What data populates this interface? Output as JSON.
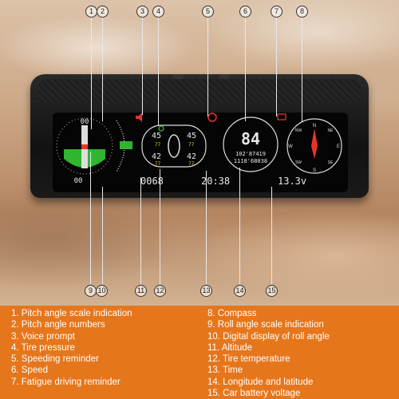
{
  "markers_top": [
    "1",
    "2",
    "3",
    "4",
    "5",
    "6",
    "7",
    "8"
  ],
  "markers_bottom": [
    "9",
    "10",
    "11",
    "12",
    "13",
    "14",
    "15"
  ],
  "display": {
    "pitch_value": "00",
    "roll_value": "00",
    "altitude": "0068",
    "tire_front_left": "45",
    "tire_front_right": "45",
    "tire_rear_left": "42",
    "tire_rear_right": "42",
    "tire_temp_front_left": "77",
    "tire_temp_front_right": "77",
    "tire_temp_rear_left": "77",
    "tire_temp_rear_right": "77",
    "speed": "84",
    "longitude": "102'87419",
    "latitude": "1118'68038",
    "time": "20:38",
    "voltage": "13.3v",
    "compass_n": "N",
    "compass_s": "S",
    "compass_e": "E",
    "compass_w": "W",
    "compass_nw": "NW",
    "compass_ne": "NE",
    "compass_sw": "SW",
    "compass_se": "SE"
  },
  "legend": {
    "left": [
      "1. Pitch angle scale indication",
      "2. Pitch angle numbers",
      "3. Voice prompt",
      "4. Tire pressure",
      "5. Speeding reminder",
      "6. Speed",
      "7. Fatigue driving reminder"
    ],
    "right": [
      "8. Compass",
      "9. Roll angle scale indication",
      "10. Digital display of roll angle",
      "11. Altitude",
      "12. Tire temperature",
      "13. Time",
      "14. Longitude and latitude",
      "15. Car battery voltage"
    ]
  },
  "colors": {
    "legend_bg": "#e6761c",
    "accent_red": "#e8332a",
    "accent_green": "#3cc43c",
    "accent_yellow": "#e8d21a"
  }
}
